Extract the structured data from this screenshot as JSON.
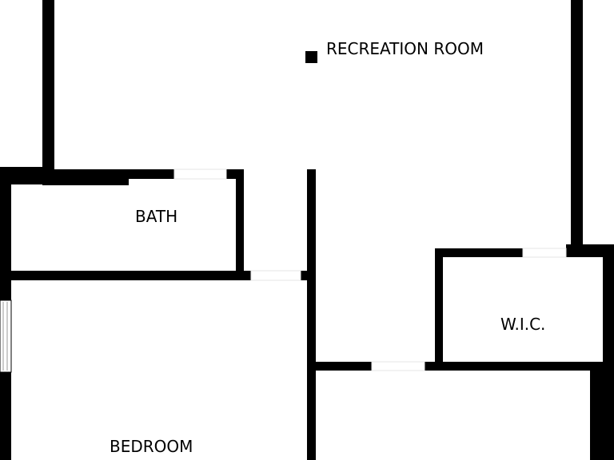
{
  "floorplan": {
    "rooms": [
      {
        "id": "recreation-room",
        "label": "RECREATION ROOM"
      },
      {
        "id": "bath",
        "label": "BATH"
      },
      {
        "id": "wic",
        "label": "W.I.C."
      },
      {
        "id": "bedroom",
        "label": "BEDROOM"
      }
    ],
    "colors": {
      "wall": "#000000",
      "floor": "#ffffff",
      "door_opening": "#e6e6e6"
    }
  }
}
